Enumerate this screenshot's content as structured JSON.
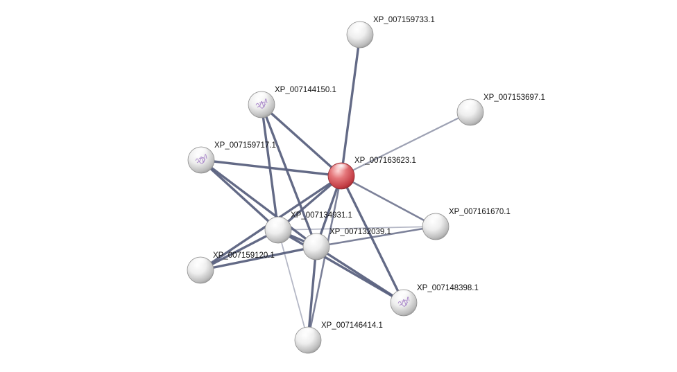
{
  "network": {
    "nodes": [
      {
        "id": "n1",
        "label": "XP_007159733.1",
        "query": false,
        "structure": false
      },
      {
        "id": "n2",
        "label": "XP_007144150.1",
        "query": false,
        "structure": true
      },
      {
        "id": "n3",
        "label": "XP_007153697.1",
        "query": false,
        "structure": false
      },
      {
        "id": "n4",
        "label": "XP_007159717.1",
        "query": false,
        "structure": true
      },
      {
        "id": "n5",
        "label": "XP_007163623.1",
        "query": true,
        "structure": false
      },
      {
        "id": "n6",
        "label": "XP_007134931.1",
        "query": false,
        "structure": false
      },
      {
        "id": "n7",
        "label": "XP_007161670.1",
        "query": false,
        "structure": false
      },
      {
        "id": "n8",
        "label": "XP_007132039.1",
        "query": false,
        "structure": false
      },
      {
        "id": "n9",
        "label": "XP_007159120.1",
        "query": false,
        "structure": false
      },
      {
        "id": "n10",
        "label": "XP_007148398.1",
        "query": false,
        "structure": true
      },
      {
        "id": "n11",
        "label": "XP_007146414.1",
        "query": false,
        "structure": false
      }
    ],
    "edges": [
      {
        "from": "n5",
        "to": "n1",
        "weight": "strong"
      },
      {
        "from": "n5",
        "to": "n3",
        "weight": "light"
      },
      {
        "from": "n5",
        "to": "n2",
        "weight": "strong"
      },
      {
        "from": "n5",
        "to": "n4",
        "weight": "strong"
      },
      {
        "from": "n5",
        "to": "n6",
        "weight": "strong"
      },
      {
        "from": "n5",
        "to": "n8",
        "weight": "strong"
      },
      {
        "from": "n5",
        "to": "n7",
        "weight": "medium"
      },
      {
        "from": "n5",
        "to": "n9",
        "weight": "strong"
      },
      {
        "from": "n5",
        "to": "n10",
        "weight": "strong"
      },
      {
        "from": "n5",
        "to": "n11",
        "weight": "medium"
      },
      {
        "from": "n2",
        "to": "n6",
        "weight": "strong"
      },
      {
        "from": "n2",
        "to": "n8",
        "weight": "strong"
      },
      {
        "from": "n4",
        "to": "n6",
        "weight": "strong"
      },
      {
        "from": "n4",
        "to": "n8",
        "weight": "strong"
      },
      {
        "from": "n6",
        "to": "n8",
        "weight": "strong"
      },
      {
        "from": "n6",
        "to": "n7",
        "weight": "faint"
      },
      {
        "from": "n8",
        "to": "n7",
        "weight": "medium"
      },
      {
        "from": "n6",
        "to": "n9",
        "weight": "strong"
      },
      {
        "from": "n8",
        "to": "n9",
        "weight": "strong"
      },
      {
        "from": "n6",
        "to": "n10",
        "weight": "strong"
      },
      {
        "from": "n8",
        "to": "n10",
        "weight": "strong"
      },
      {
        "from": "n6",
        "to": "n11",
        "weight": "faint"
      },
      {
        "from": "n8",
        "to": "n11",
        "weight": "strong"
      }
    ],
    "colors": {
      "edge": "#5b6280",
      "query_node": "#d9575d",
      "node": "#e6e6e6",
      "structure_motif": "#a07ac4",
      "label": "#111111"
    }
  }
}
